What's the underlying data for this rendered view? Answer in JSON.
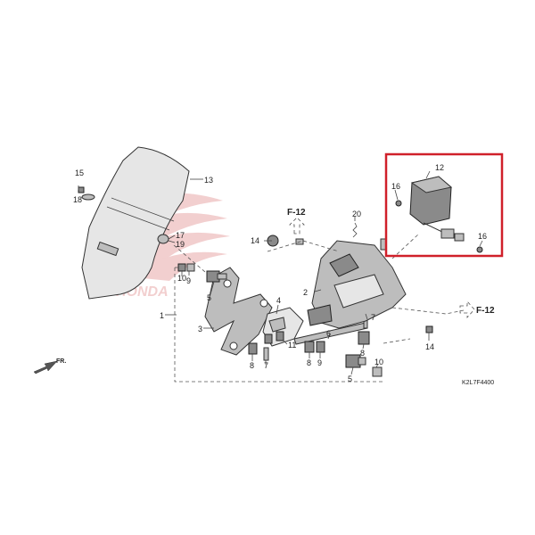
{
  "labels": {
    "p1": "1",
    "p2": "2",
    "p3": "3",
    "p4": "4",
    "p5a": "5",
    "p5b": "5",
    "p6": "6",
    "p7a": "7",
    "p7b": "7",
    "p8a": "8",
    "p8b": "8",
    "p8c": "8",
    "p9a": "9",
    "p9b": "9",
    "p10a": "10",
    "p10b": "10",
    "p11": "11",
    "p12": "12",
    "p13": "13",
    "p14a": "14",
    "p14b": "14",
    "p15": "15",
    "p16a": "16",
    "p16b": "16",
    "p17": "17",
    "p18": "18",
    "p19": "19",
    "p20": "20"
  },
  "refs": {
    "f12_top": "F-12",
    "f12_right": "F-12"
  },
  "front_marker": "FR.",
  "diagram_code": "K2L7F4400",
  "watermark": "HONDA",
  "highlight_color": "#d0202a"
}
